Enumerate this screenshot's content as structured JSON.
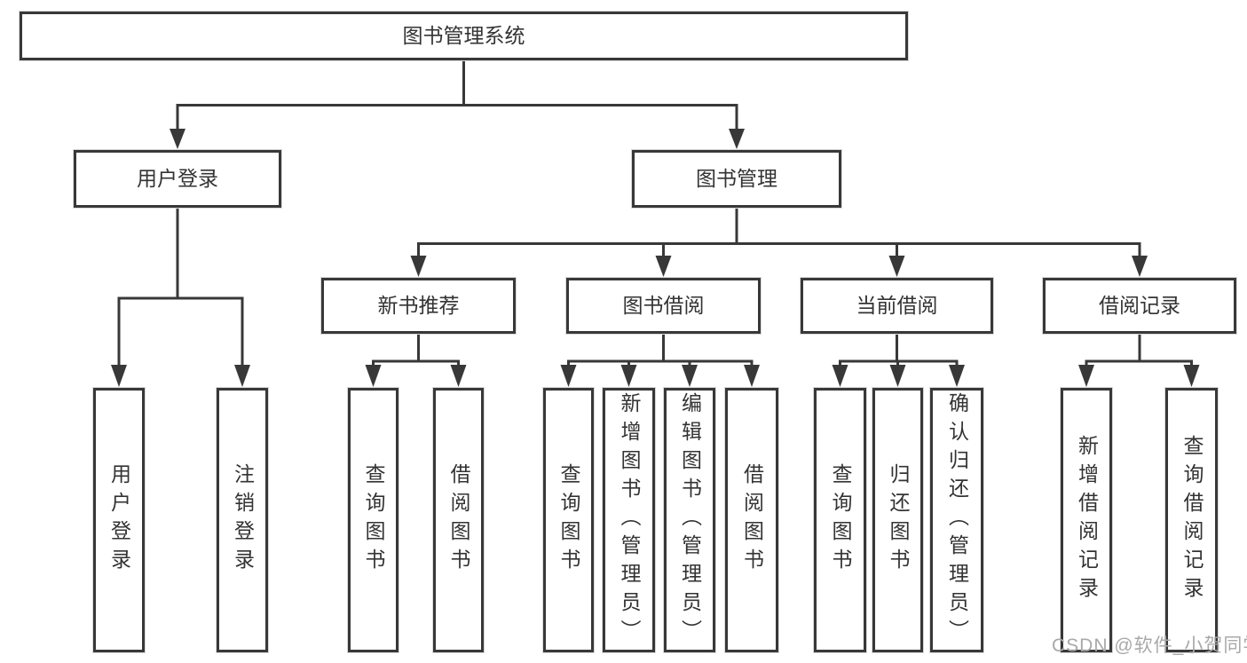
{
  "tree": {
    "root": {
      "label": "图书管理系统"
    },
    "branches": [
      {
        "label": "用户登录",
        "children": [
          {
            "label": "用户登录"
          },
          {
            "label": "注销登录"
          }
        ]
      },
      {
        "label": "图书管理",
        "children": [
          {
            "label": "新书推荐",
            "children": [
              {
                "label": "查询图书"
              },
              {
                "label": "借阅图书"
              }
            ]
          },
          {
            "label": "图书借阅",
            "children": [
              {
                "label": "查询图书"
              },
              {
                "label": "新增图书（管理员）"
              },
              {
                "label": "编辑图书（管理员）"
              },
              {
                "label": "借阅图书"
              }
            ]
          },
          {
            "label": "当前借阅",
            "children": [
              {
                "label": "查询图书"
              },
              {
                "label": "归还图书"
              },
              {
                "label": "确认归还（管理员）"
              }
            ]
          },
          {
            "label": "借阅记录",
            "children": [
              {
                "label": "新增借阅记录"
              },
              {
                "label": "查询借阅记录"
              }
            ]
          }
        ]
      }
    ]
  },
  "watermark": "CSDN @软件_小贺同学",
  "colors": {
    "line": "#383838",
    "text": "#333333",
    "watermark": "#a9a9a9",
    "background": "#ffffff"
  }
}
